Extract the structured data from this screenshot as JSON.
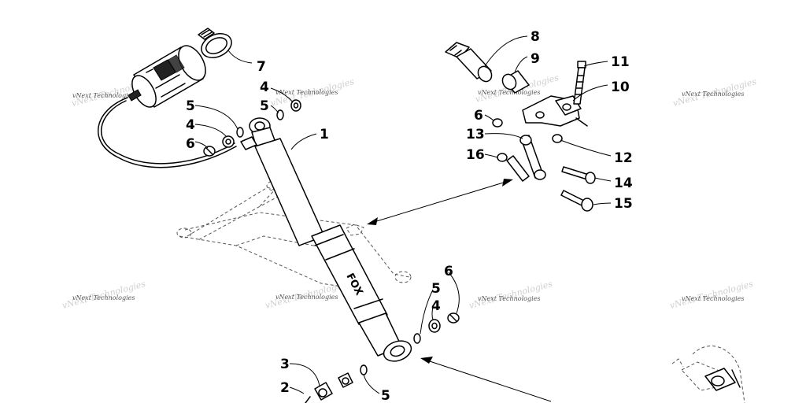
{
  "diagram": {
    "watermark_text": "vNext Technologies",
    "brand_mark": "FOX",
    "callouts": {
      "c1": "1",
      "c2": "2",
      "c3": "3",
      "c4_left": "4",
      "c4_top": "4",
      "c4_bottom": "4",
      "c5_left": "5",
      "c5_top": "5",
      "c5_mid": "5",
      "c5_bottom": "5",
      "c6_left": "6",
      "c6_right": "6",
      "c6_bottom": "6",
      "c7": "7",
      "c8": "8",
      "c9": "9",
      "c10": "10",
      "c11": "11",
      "c12": "12",
      "c13": "13",
      "c14": "14",
      "c15": "15",
      "c16": "16"
    }
  }
}
